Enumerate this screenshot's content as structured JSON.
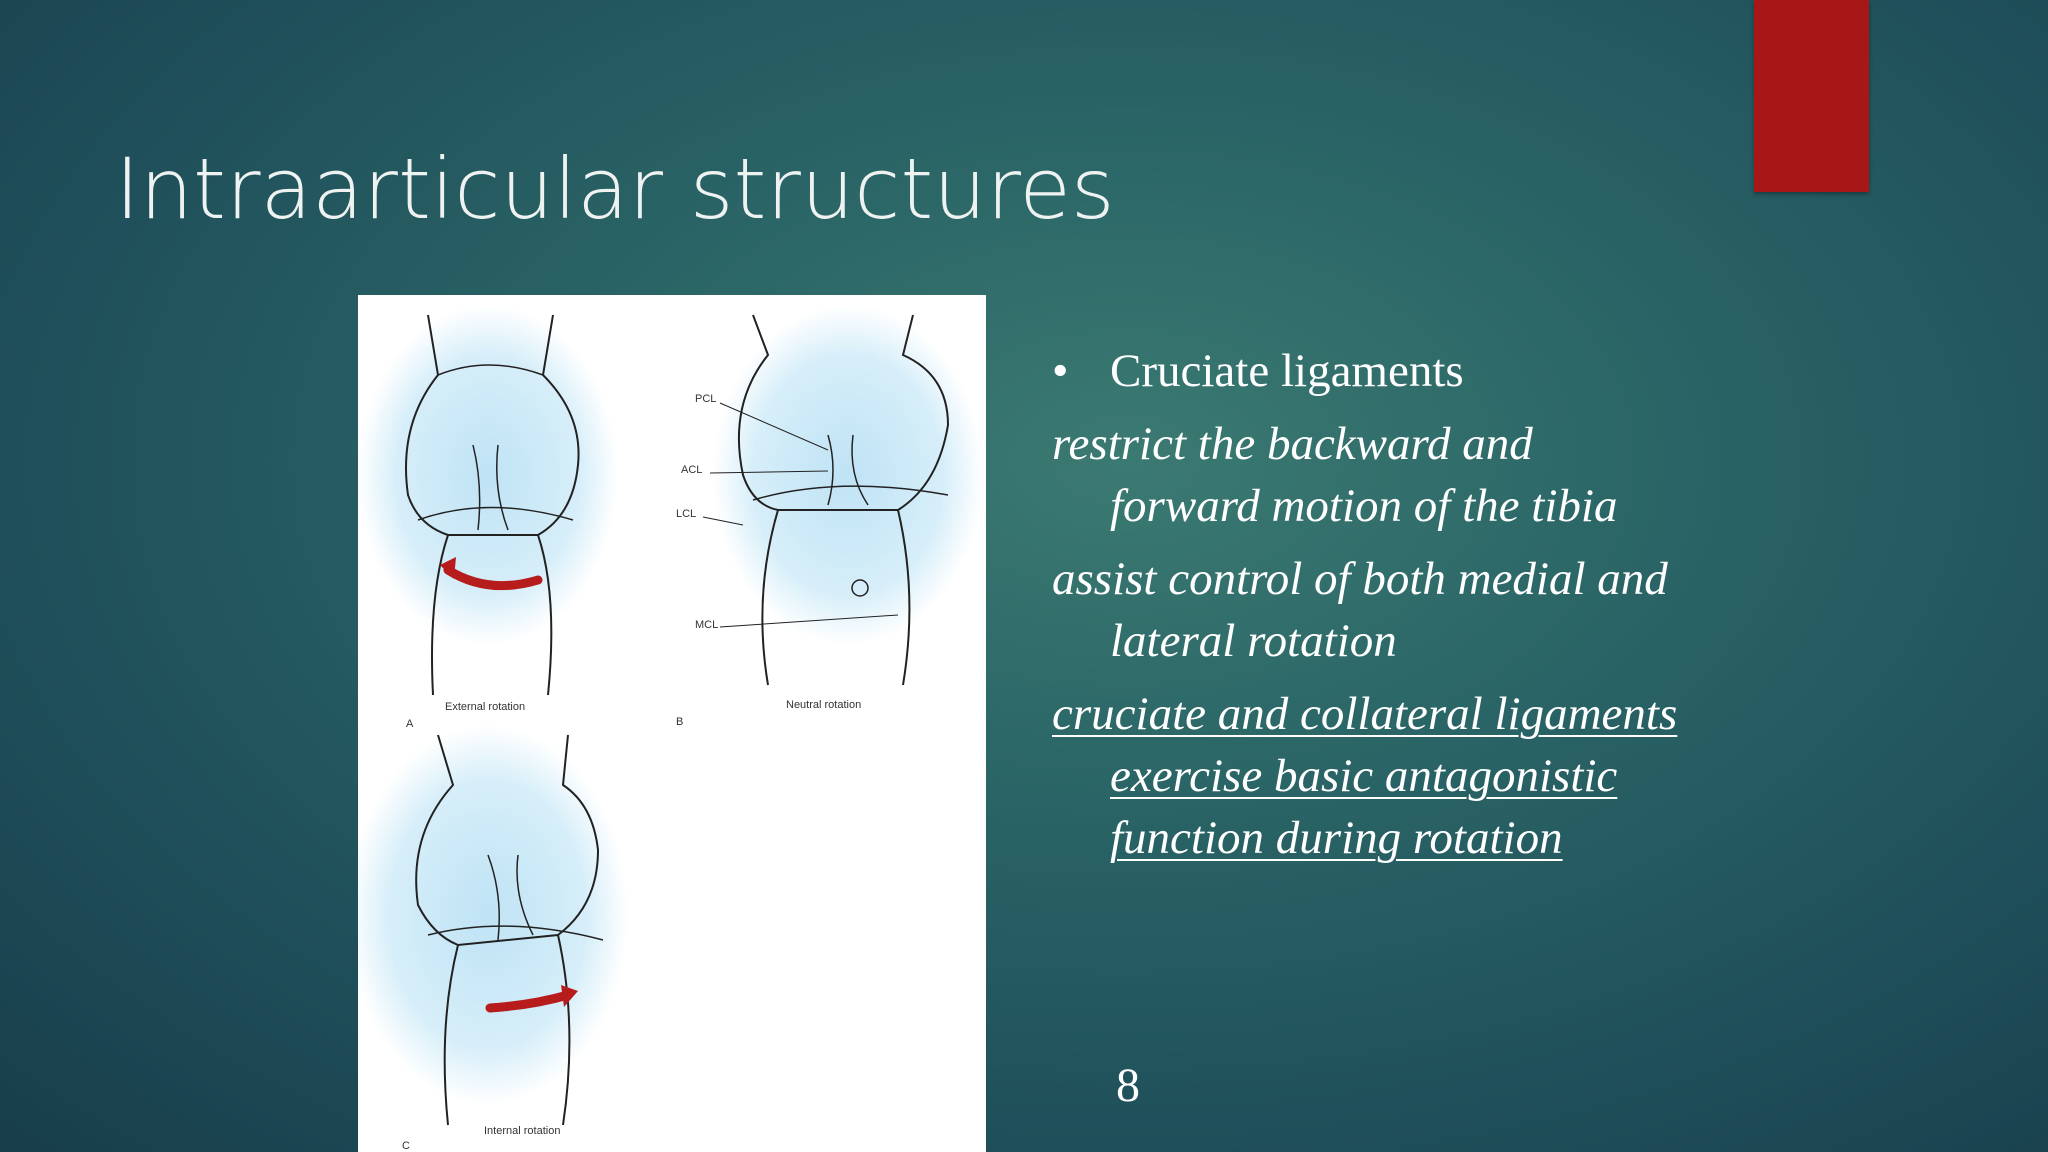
{
  "slide": {
    "title": "Intraarticular structures",
    "accent_color": "#a81717",
    "page_number": "8"
  },
  "figure": {
    "panel_letters": [
      "A",
      "B",
      "C"
    ],
    "captions": [
      "External rotation",
      "Neutral rotation",
      "Internal rotation"
    ],
    "ligament_labels": [
      "PCL",
      "ACL",
      "LCL",
      "MCL"
    ]
  },
  "content": {
    "bullet": "Cruciate ligaments",
    "paragraphs": [
      "restrict the backward and forward motion of the tibia",
      "assist control of both medial and lateral rotation",
      "cruciate and collateral ligaments exercise basic antagonistic function during rotation"
    ]
  }
}
